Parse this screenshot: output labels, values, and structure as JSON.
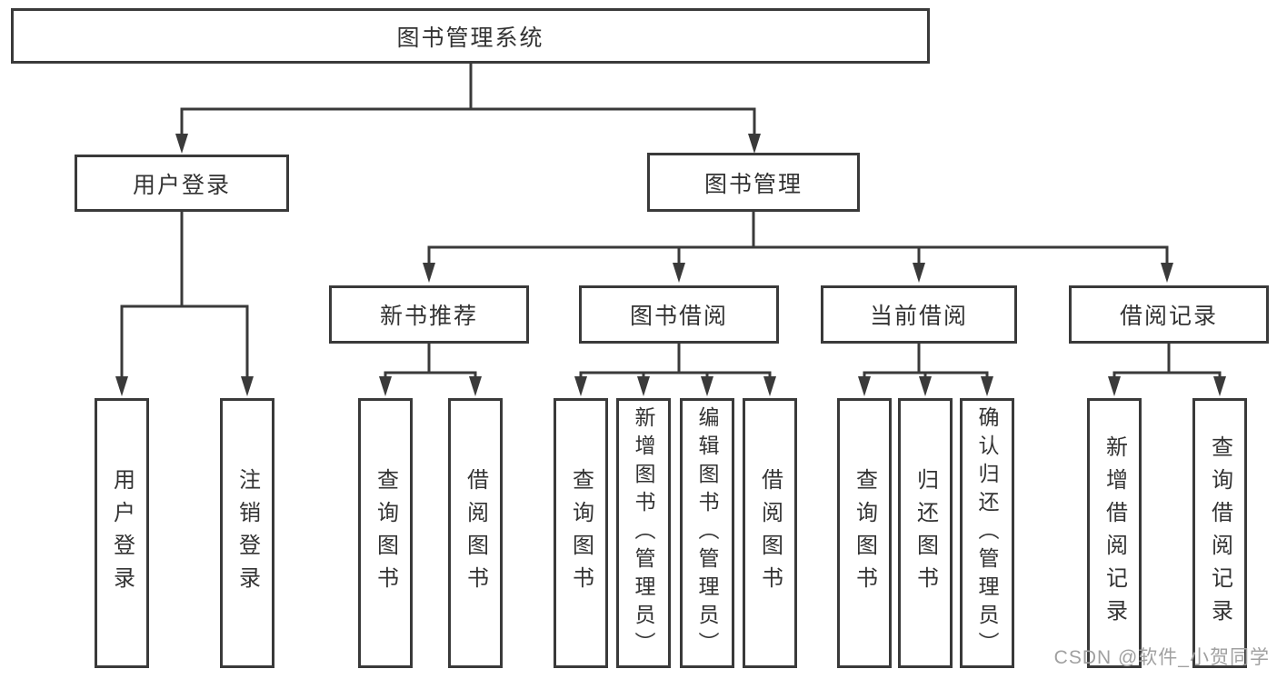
{
  "colors": {
    "line": "#3a3a3a",
    "text": "#333333",
    "canvas_bg": "#ffffff",
    "watermark": "#a0a0a0"
  },
  "nodes": {
    "root": {
      "label": "图书管理系统"
    },
    "level2": {
      "user_login": {
        "label": "用户登录"
      },
      "book_management": {
        "label": "图书管理"
      }
    },
    "level3": {
      "new_book_recommend": {
        "label": "新书推荐"
      },
      "book_borrow": {
        "label": "图书借阅"
      },
      "current_borrow": {
        "label": "当前借阅"
      },
      "borrow_records": {
        "label": "借阅记录"
      }
    },
    "leaves": {
      "user_login": {
        "label": "用户登录"
      },
      "logout": {
        "label": "注销登录"
      },
      "nb_query_books": {
        "label": "查询图书"
      },
      "nb_borrow_books": {
        "label": "借阅图书"
      },
      "bb_query_books": {
        "label": "查询图书"
      },
      "bb_add_books": {
        "label": "新增图书（管理员）"
      },
      "bb_edit_books": {
        "label": "编辑图书（管理员）"
      },
      "bb_borrow_books": {
        "label": "借阅图书"
      },
      "cb_query_books": {
        "label": "查询图书"
      },
      "cb_return_books": {
        "label": "归还图书"
      },
      "cb_confirm_return": {
        "label": "确认归还（管理员）"
      },
      "br_add_record": {
        "label": "新增借阅记录"
      },
      "br_query_record": {
        "label": "查询借阅记录"
      }
    }
  },
  "watermark": {
    "text": "CSDN @软件_小贺同学"
  }
}
